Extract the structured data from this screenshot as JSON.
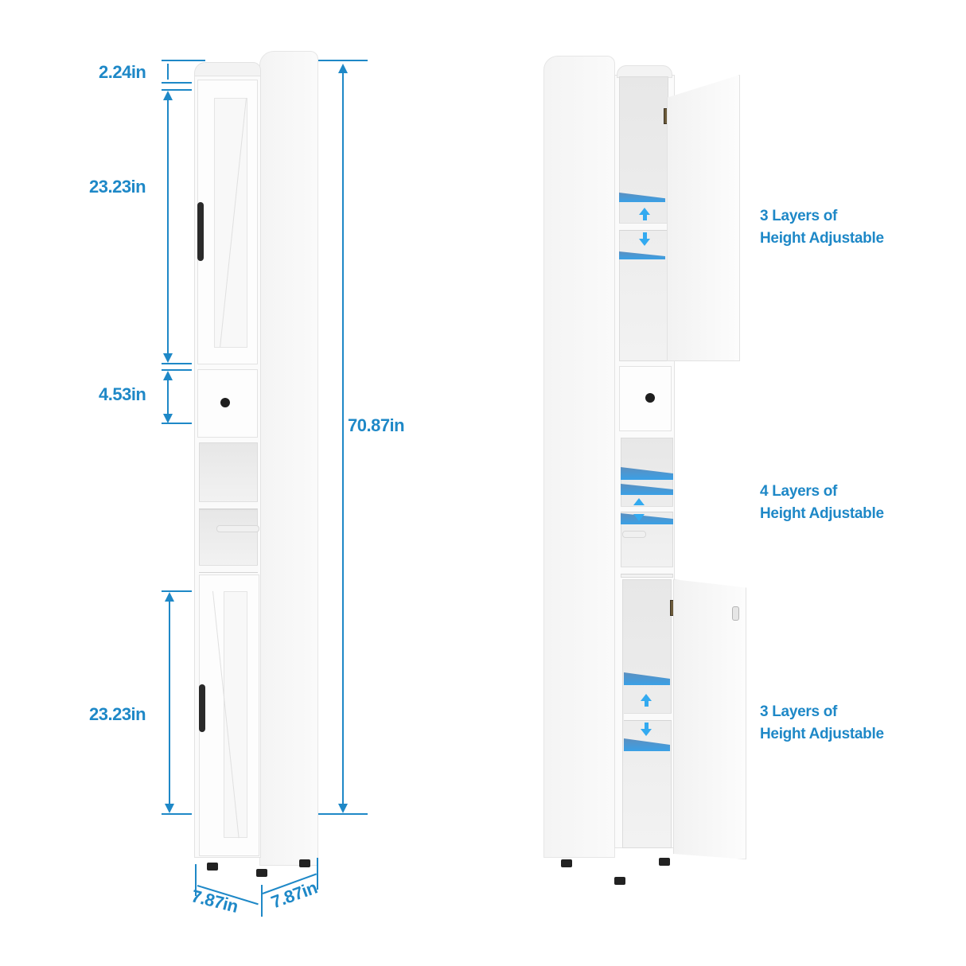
{
  "accent_color": "#1E88C7",
  "left_view": {
    "dimensions": {
      "top_gap": "2.24in",
      "upper_door": "23.23in",
      "drawer": "4.53in",
      "lower_door": "23.23in",
      "total_height": "70.87in",
      "width": "7.87in",
      "depth": "7.87in"
    }
  },
  "right_view": {
    "features": [
      {
        "line1": "3 Layers of",
        "line2": "Height Adjustable"
      },
      {
        "line1": "4 Layers of",
        "line2": "Height Adjustable"
      },
      {
        "line1": "3 Layers of",
        "line2": "Height Adjustable"
      }
    ]
  }
}
